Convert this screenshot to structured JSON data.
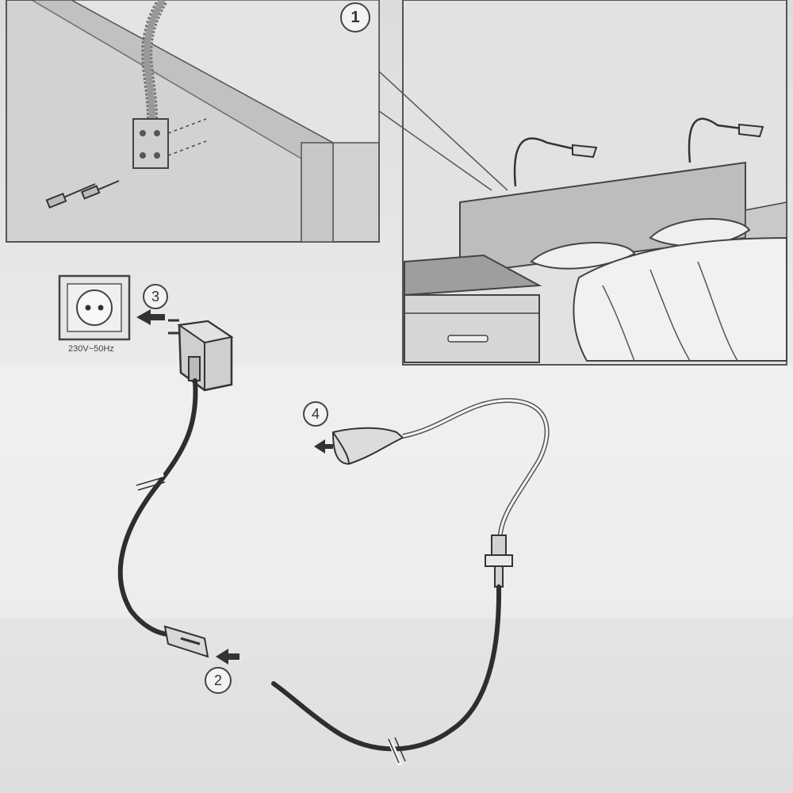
{
  "steps": [
    {
      "number": "1"
    },
    {
      "number": "2"
    },
    {
      "number": "3"
    },
    {
      "number": "4"
    }
  ],
  "socket": {
    "caption": "230V~50Hz"
  },
  "colors": {
    "paper": "#e9e9e9",
    "panel_fill": "#cfcfcf",
    "line": "#3a3a3a",
    "cable": "#2e2e2e"
  }
}
